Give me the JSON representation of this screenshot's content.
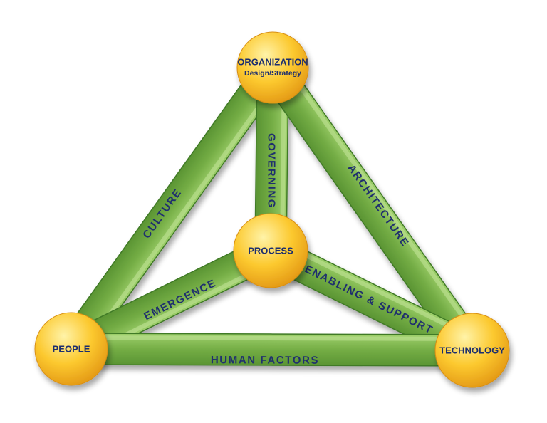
{
  "colors": {
    "bar_fill": "#7bb24e",
    "bar_edge": "#3f7a26",
    "node_light": "#fff3a8",
    "node_mid": "#fcc92f",
    "node_dark": "#e49a16",
    "text": "#1f2f6e"
  },
  "nodes": {
    "organization": {
      "title": "ORGANIZATION",
      "subtitle": "Design/Strategy"
    },
    "process": {
      "title": "PROCESS"
    },
    "people": {
      "title": "PEOPLE"
    },
    "technology": {
      "title": "TECHNOLOGY"
    }
  },
  "edges": {
    "culture": "CULTURE",
    "governing": "GOVERNING",
    "architecture": "ARCHITECTURE",
    "emergence": "EMERGENCE",
    "enabling": "ENABLING & SUPPORT",
    "human_factors": "HUMAN FACTORS"
  }
}
